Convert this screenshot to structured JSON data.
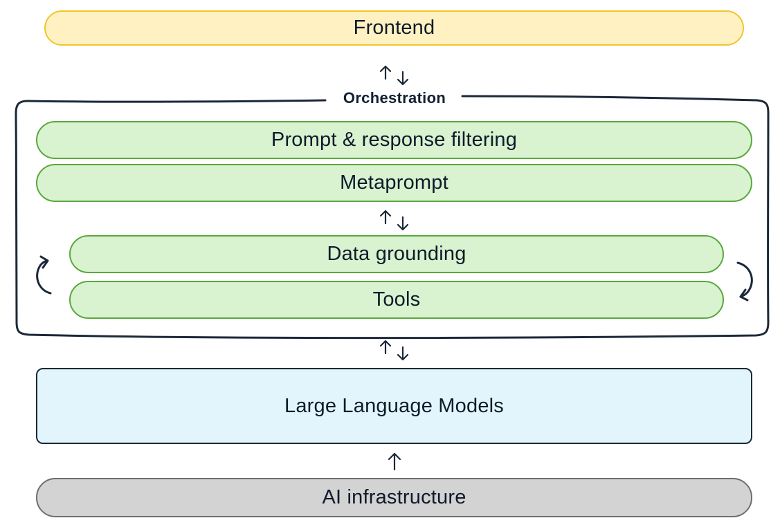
{
  "diagram": {
    "frontend": {
      "label": "Frontend"
    },
    "orchestration": {
      "label": "Orchestration",
      "layers": {
        "filtering": "Prompt & response filtering",
        "metaprompt": "Metaprompt",
        "data_grounding": "Data grounding",
        "tools": "Tools"
      }
    },
    "llm": {
      "label": "Large Language Models"
    },
    "infrastructure": {
      "label": "AI infrastructure"
    }
  },
  "colors": {
    "frontend_fill": "#fff1c2",
    "frontend_border": "#f2c52c",
    "orchestration_fill": "#d9f2d0",
    "orchestration_border": "#5aa83c",
    "llm_fill": "#e2f5fc",
    "infrastructure_fill": "#d3d3d3",
    "outline": "#1b2838"
  },
  "icons": {
    "bidirectional_arrow": "up-down-arrows-icon",
    "single_arrow": "up-arrow-icon",
    "loop_arrows": "cycle-arrows-icon"
  }
}
